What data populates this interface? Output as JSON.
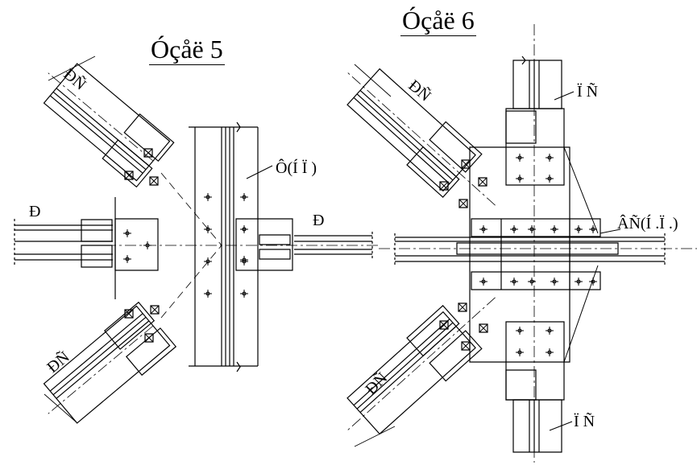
{
  "titles": {
    "node5": "Óçåë 5",
    "node6": "Óçåë 6"
  },
  "labels": {
    "node5_diag_top": "ÐÑ",
    "node5_diag_bottom": "ÐÑ",
    "node5_left_member": "Ð",
    "node5_right_member": "Ð",
    "node5_column": "Ô(Í Ï )",
    "node6_diag_top": "ÐÑ",
    "node6_diag_bottom": "ÐÑ",
    "node6_post_top": "Ï Ñ",
    "node6_post_bottom": "Ï Ñ",
    "node6_chord": "ÂÑ(Í .Ï .)"
  },
  "colors": {
    "ink": "#000000",
    "background": "#ffffff"
  }
}
